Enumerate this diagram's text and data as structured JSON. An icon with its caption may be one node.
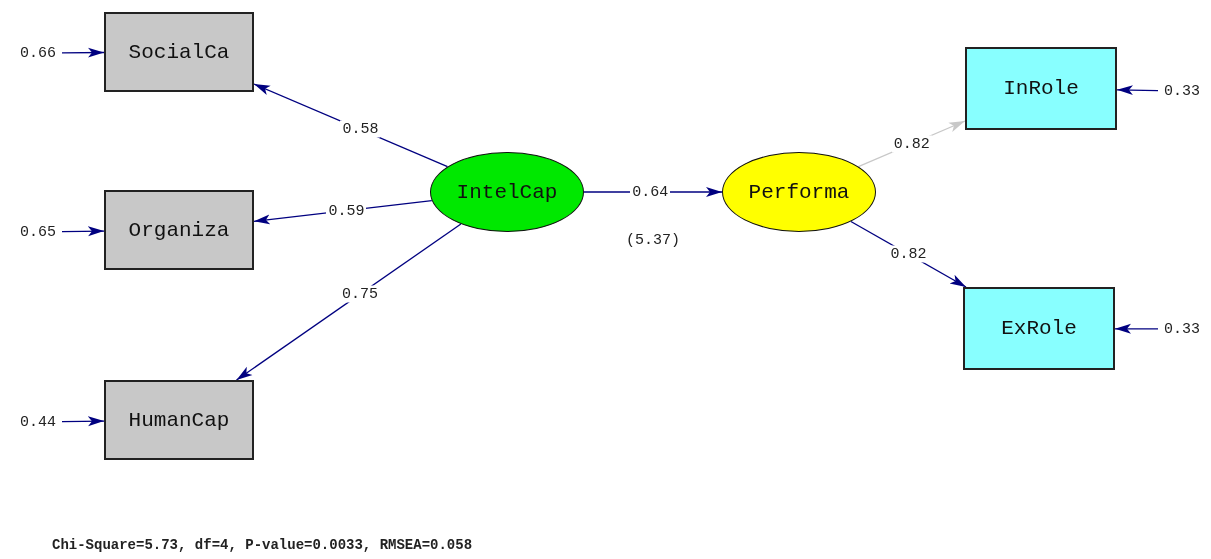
{
  "diagram": {
    "caption": "Chi-Square=5.73, df=4, P-value=0.0033, RMSEA=0.058",
    "nodes": [
      {
        "text": [
          "SocialCa"
        ]
      },
      {
        "text": [
          "Organiza"
        ]
      },
      {
        "text": [
          "HumanCap"
        ]
      },
      {
        "text": [
          "IntelCap"
        ]
      },
      {
        "text": [
          "Performa"
        ]
      },
      {
        "text": [
          "InRole"
        ]
      },
      {
        "text": [
          "ExRole"
        ]
      },
      {
        "text": [
          "0.66"
        ]
      },
      {
        "text": [
          "0.65"
        ]
      },
      {
        "text": [
          "0.44"
        ]
      },
      {
        "text": [
          "0.33"
        ]
      },
      {
        "text": [
          "0.33"
        ]
      }
    ],
    "edges": [
      {
        "from": 3,
        "to": 0,
        "arrow": "to",
        "label": "0.58"
      },
      {
        "from": 3,
        "to": 1,
        "arrow": "to",
        "label": "0.59"
      },
      {
        "from": 3,
        "to": 2,
        "arrow": "to",
        "label": "0.75"
      },
      {
        "from": 3,
        "to": 4,
        "arrow": "to",
        "label": "0.64"
      },
      {
        "from": 4,
        "to": 5,
        "arrow": "to",
        "label": "0.82",
        "color": "#c8c8c8"
      },
      {
        "from": 4,
        "to": 6,
        "arrow": "to",
        "label": "0.82"
      },
      {
        "from": 7,
        "to": 0,
        "arrow": "to"
      },
      {
        "from": 8,
        "to": 1,
        "arrow": "to"
      },
      {
        "from": 9,
        "to": 2,
        "arrow": "to"
      },
      {
        "from": 10,
        "to": 5,
        "arrow": "to"
      },
      {
        "from": 11,
        "to": 6,
        "arrow": "to"
      }
    ],
    "labels": [
      "(5.37)"
    ]
  }
}
